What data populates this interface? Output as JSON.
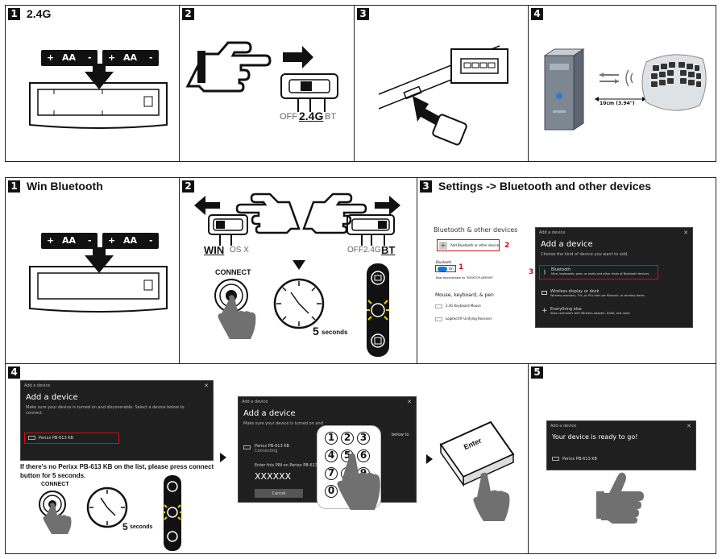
{
  "row1": {
    "panel1": {
      "num": "1",
      "title": "2.4G"
    },
    "panel2": {
      "num": "2",
      "labels": {
        "off": "OFF",
        "g24": "2.4G",
        "bt": "BT"
      }
    },
    "panel3": {
      "num": "3"
    },
    "panel4": {
      "num": "4",
      "distance": "10cm (3.94\")"
    }
  },
  "battery": {
    "label": "AA",
    "plus": "+",
    "minus": "-"
  },
  "row2": {
    "panel1": {
      "num": "1",
      "title": "Win Bluetooth"
    },
    "panel2": {
      "num": "2",
      "connect": "CONNECT",
      "win": "WIN",
      "osx": "OS X",
      "off": "OFF",
      "g24": "2.4G",
      "bt": "BT",
      "seconds_num": "5",
      "seconds_word": "seconds"
    },
    "panel3": {
      "num": "3",
      "title": "Settings -> Bluetooth and other devices",
      "settings": {
        "heading": "Bluetooth & other devices",
        "add_label": "Add Bluetooth or other device",
        "bluetooth_label": "Bluetooth",
        "toggle": "On",
        "discoverable": "Now discoverable as \"DESKTOP-0JM9J9F\"",
        "mouse_heading": "Mouse, keyboard, & pen",
        "device1": "2.4G Keyboard Mouse",
        "device2": "Logitech® Unifying Receiver",
        "mark1": "1",
        "mark2": "2"
      },
      "dialog": {
        "bar": "Add a device",
        "title": "Add a device",
        "sub": "Choose the kind of device you want to add.",
        "opt1_title": "Bluetooth",
        "opt1_desc": "Mice, keyboards, pens, or audio and other kinds of Bluetooth devices",
        "opt2_title": "Wireless display or dock",
        "opt2_desc": "Wireless monitors, TVs, or PCs that use Miracast, or wireless docks",
        "opt3_title": "Everything else",
        "opt3_desc": "Xbox controllers with Wireless Adapter, DLNA, and more",
        "mark3": "3"
      }
    }
  },
  "row3": {
    "panel4": {
      "num": "4",
      "dialog1": {
        "bar": "Add a device",
        "title": "Add a device",
        "sub": "Make sure your device is turned on and discoverable. Select a device below to connect.",
        "device": "Perixx PB-613 KB"
      },
      "note": "If there's no Perixx PB-613 KB on the list, please press connect button for 5 seconds.",
      "connect": "CONNECT",
      "seconds_num": "5",
      "seconds_word": "seconds",
      "dialog2": {
        "bar": "Add a device",
        "title": "Add a device",
        "sub": "Make sure your device is turned on and",
        "sub2": "below to",
        "device": "Perixx PB-613 KB",
        "status": "Connecting",
        "pin_prompt": "Enter this PIN on Perixx PB-613 KB",
        "pin": "XXXXXX",
        "cancel": "Cancel"
      },
      "keypad": [
        "1",
        "2",
        "3",
        "4",
        "5",
        "6",
        "7",
        "8",
        "9",
        "0"
      ],
      "enter_key": "Enter"
    },
    "panel5": {
      "num": "5",
      "dialog": {
        "bar": "Add a device",
        "title": "Your device is ready to go!",
        "device": "Perixx PB-613 KB"
      }
    }
  }
}
